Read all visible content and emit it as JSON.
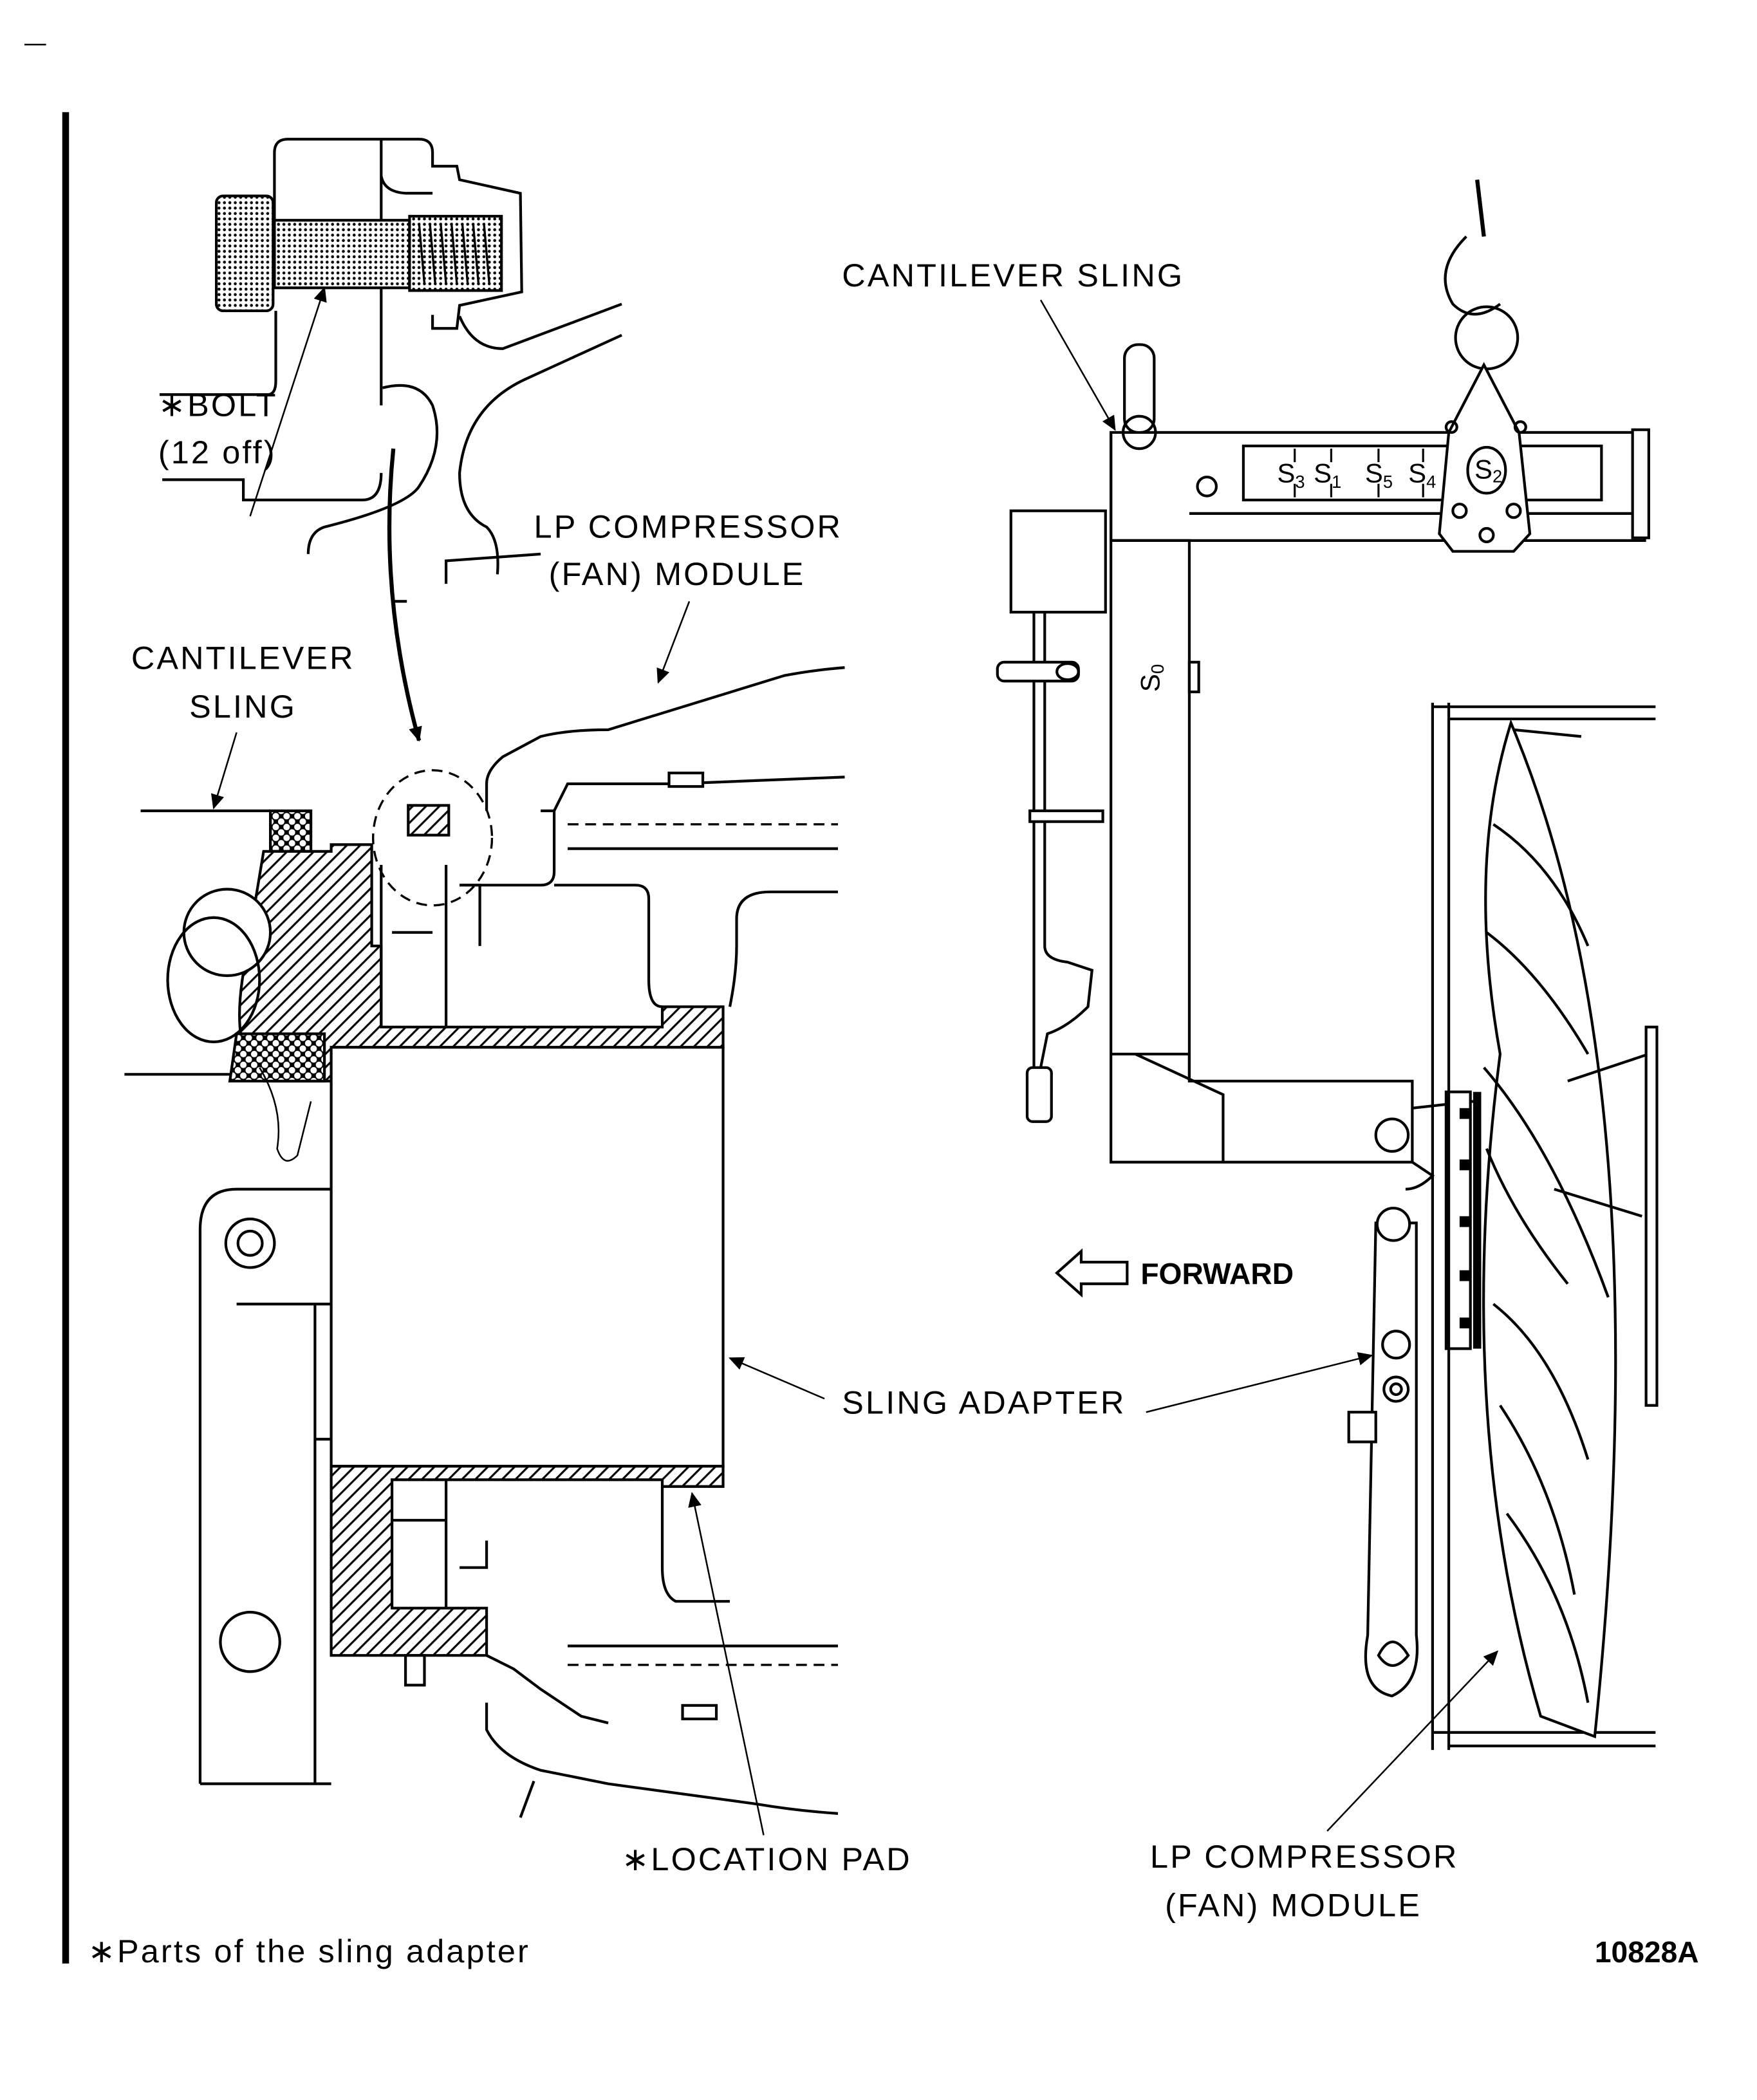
{
  "figure": {
    "figure_number": "10828A",
    "footnote": "∗Parts of the sling adapter"
  },
  "left_view": {
    "labels": {
      "bolt": "∗BOLT",
      "bolt_qty": "(12 off)",
      "lp_module_line1": "LP COMPRESSOR",
      "lp_module_line2": "(FAN) MODULE",
      "cantilever_line1": "CANTILEVER",
      "cantilever_line2": "SLING",
      "location_pad": "∗LOCATION PAD"
    }
  },
  "right_view": {
    "labels": {
      "cantilever_sling": "CANTILEVER SLING",
      "forward": "FORWARD",
      "sling_adapter": "SLING ADAPTER",
      "lp_module_line1": "LP COMPRESSOR",
      "lp_module_line2": "(FAN) MODULE"
    },
    "scale_positions": [
      {
        "letter": "S",
        "sub": "3"
      },
      {
        "letter": "S",
        "sub": "1"
      },
      {
        "letter": "S",
        "sub": "5"
      },
      {
        "letter": "S",
        "sub": "4"
      }
    ],
    "hoist_position": {
      "letter": "S",
      "sub": "2"
    },
    "arm_marking": {
      "letter": "S",
      "sub": "0"
    }
  },
  "icons": {
    "forward_arrow": "left-arrow-outline"
  }
}
